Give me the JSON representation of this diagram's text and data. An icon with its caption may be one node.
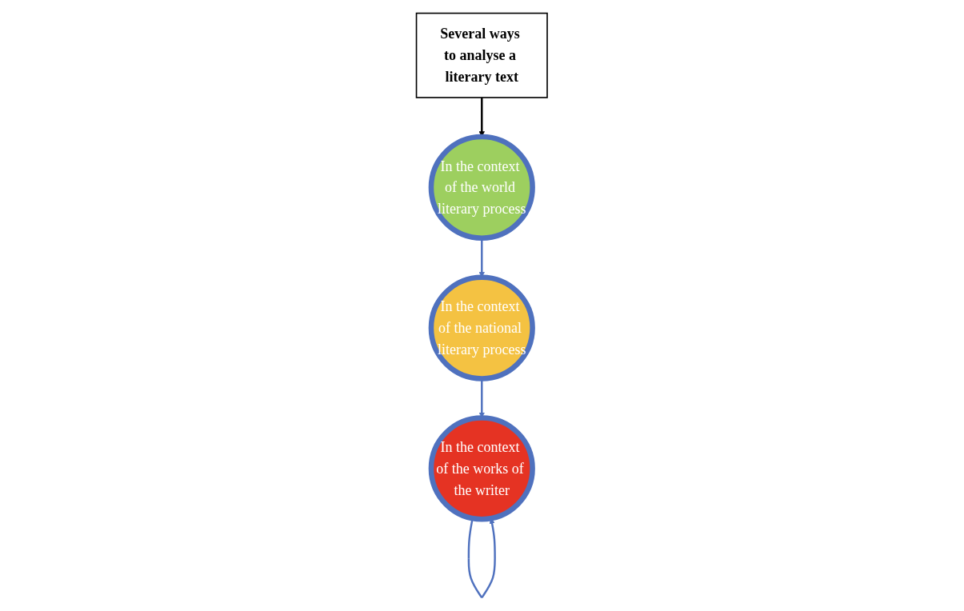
{
  "diagram": {
    "nodes": [
      {
        "text": [
          "Several ways to analyse a literary text"
        ]
      },
      {
        "text": [
          "In the context of the world literary process"
        ]
      },
      {
        "text": [
          "In the context of the national literary process"
        ]
      },
      {
        "text": [
          "In the context of the works of the writer"
        ]
      }
    ],
    "edges": [
      {
        "from": 0,
        "to": 1,
        "arrow": "to",
        "color": "#000000"
      },
      {
        "from": 1,
        "to": 2,
        "arrow": "to"
      },
      {
        "from": 2,
        "to": 3,
        "arrow": "to"
      },
      {
        "from": 3,
        "to": 3,
        "arrow": "to"
      }
    ]
  }
}
